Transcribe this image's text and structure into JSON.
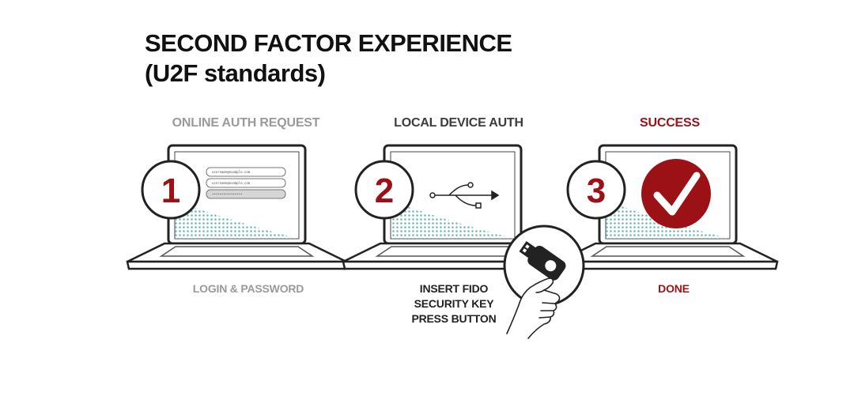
{
  "title": {
    "line1": "SECOND FACTOR EXPERIENCE",
    "line2": "(U2F standards)"
  },
  "steps": [
    {
      "number": "1",
      "heading": "ONLINE AUTH REQUEST",
      "caption": [
        "LOGIN & PASSWORD"
      ]
    },
    {
      "number": "2",
      "heading": "LOCAL DEVICE AUTH",
      "caption": [
        "INSERT FIDO",
        "SECURITY KEY",
        "PRESS BUTTON"
      ]
    },
    {
      "number": "3",
      "heading": "SUCCESS",
      "caption": [
        "DONE"
      ]
    }
  ],
  "login_form": {
    "field1": "username@example.com",
    "field2": "username@example.com",
    "field3": "••••••••••••••••"
  },
  "colors": {
    "accent_red": "#9b1116",
    "teal_dots": "#6fb8b9",
    "gray_text": "#9a9a9a",
    "dark_text": "#3c3c3c"
  },
  "icons": [
    "usb-icon",
    "checkmark-icon",
    "security-key-icon",
    "hand-icon"
  ]
}
